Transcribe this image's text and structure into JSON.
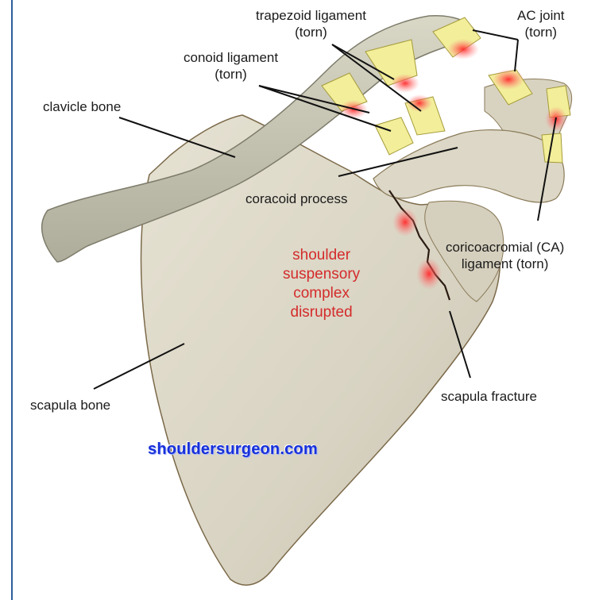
{
  "figure": {
    "labels": {
      "trapezoid": [
        "trapezoid ligament",
        "(torn)"
      ],
      "ac_joint": [
        "AC joint",
        "(torn)"
      ],
      "conoid": [
        "conoid ligament",
        "(torn)"
      ],
      "clavicle": "clavicle bone",
      "coracoid": "coracoid process",
      "ca_ligament": [
        "coricoacromial (CA)",
        "ligament (torn)"
      ],
      "summary": [
        "shoulder",
        "suspensory",
        "complex",
        "disrupted"
      ],
      "scapula_bone": "scapula bone",
      "scapula_fracture": "scapula fracture",
      "watermark": "shouldersurgeon.com"
    },
    "colors": {
      "bone": "#dcd8c8",
      "ligament": "#f2ee9a",
      "tear": "#e8323a",
      "summary_text": "#d42b2b",
      "watermark": "#1830d8",
      "border": "#2d5f9a"
    }
  }
}
